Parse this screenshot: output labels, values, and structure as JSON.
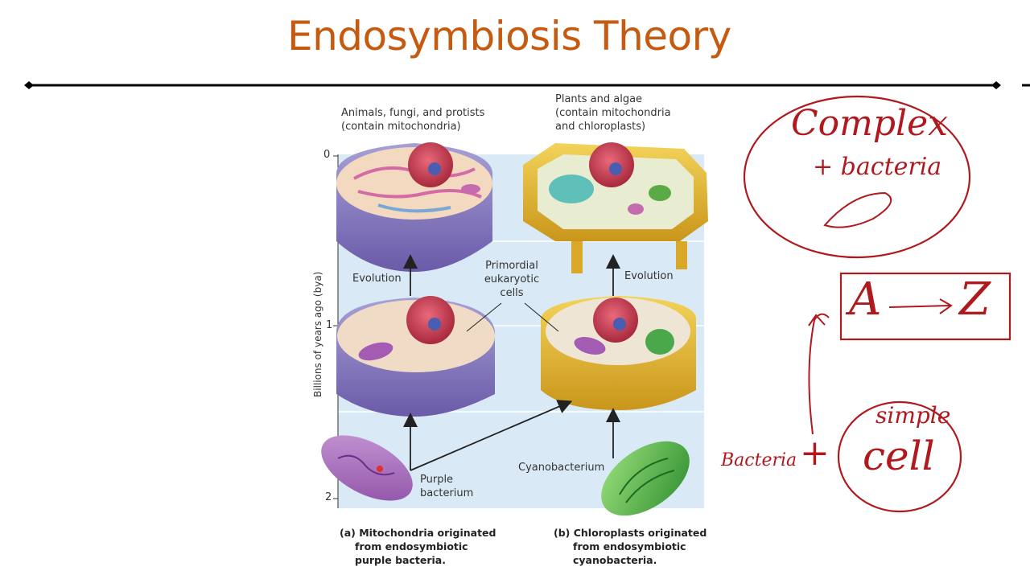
{
  "slide": {
    "title": "Endosymbiosis Theory"
  },
  "figure": {
    "panel_a_top_label_line1": "Animals, fungi, and protists",
    "panel_a_top_label_line2": "(contain mitochondria)",
    "panel_b_top_label_line1": "Plants and algae",
    "panel_b_top_label_line2": "(contain mitochondria",
    "panel_b_top_label_line3": "and chloroplasts)",
    "y_axis_label": "Billions of years ago (bya)",
    "y_ticks": [
      "0",
      "1",
      "2"
    ],
    "evolution_label_left": "Evolution",
    "evolution_label_right": "Evolution",
    "primordial_line1": "Primordial",
    "primordial_line2": "eukaryotic",
    "primordial_line3": "cells",
    "purple_line1": "Purple",
    "purple_line2": "bacterium",
    "cyanobacterium": "Cyanobacterium",
    "caption_a_line1": "(a) Mitochondria originated",
    "caption_a_line2": "from endosymbiotic",
    "caption_a_line3": "purple bacteria.",
    "caption_b_line1": "(b) Chloroplasts originated",
    "caption_b_line2": "from endosymbiotic",
    "caption_b_line3": "cyanobacteria."
  },
  "annotations": {
    "complex": "Complex",
    "plus_bacteria": "+ bacteria",
    "a_to_z_a": "A",
    "a_to_z_z": "Z",
    "bacteria": "Bacteria",
    "plus": "+",
    "simple": "simple",
    "cell": "cell"
  },
  "colors": {
    "title": "#c55a11",
    "ink": "#b0191e",
    "figure_bg": "#d9e9f5"
  }
}
